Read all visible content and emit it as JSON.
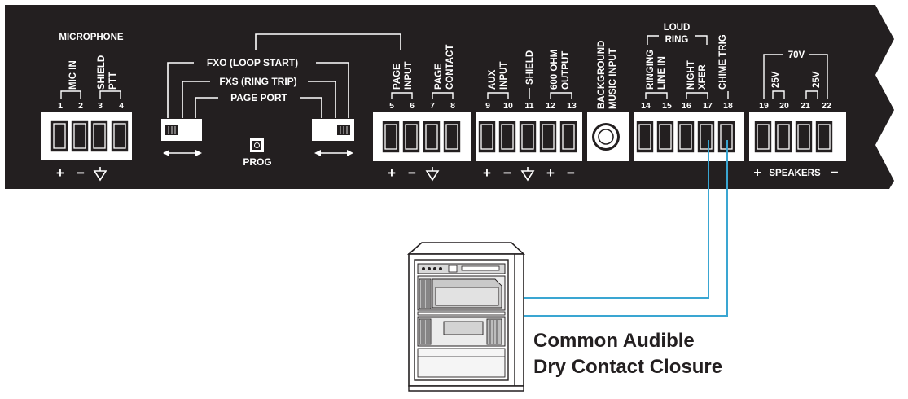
{
  "panel": {
    "microphone": {
      "title": "MICROPHONE",
      "mic_in": "MIC IN",
      "shield": "SHIELD",
      "ptt": "PTT",
      "pins": [
        "1",
        "2",
        "3",
        "4"
      ],
      "polarity": [
        "+",
        "−",
        "⏚"
      ]
    },
    "line_select": {
      "fxo": "FXO (LOOP START)",
      "fxs": "FXS (RING TRIP)",
      "page_port": "PAGE PORT",
      "prog": "PROG"
    },
    "page_input": {
      "line1": "PAGE",
      "line2": "INPUT",
      "pins": [
        "5",
        "6"
      ]
    },
    "page_contact": {
      "line1": "PAGE",
      "line2": "CONTACT",
      "pins": [
        "7",
        "8"
      ]
    },
    "aux_input": {
      "line1": "AUX",
      "line2": "INPUT",
      "pins": [
        "9",
        "10"
      ]
    },
    "shield": {
      "label": "SHIELD",
      "pin": "11"
    },
    "output_600": {
      "line1": "600 OHM",
      "line2": "OUTPUT",
      "pins": [
        "12",
        "13"
      ]
    },
    "background_music": {
      "line1": "BACKGROUND",
      "line2": "MUSIC INPUT"
    },
    "loud_ring": {
      "line1": "LOUD",
      "line2": "RING"
    },
    "ringing_line_in": {
      "line1": "RINGING",
      "line2": "LINE IN",
      "pins": [
        "14",
        "15"
      ]
    },
    "night_xfer": {
      "line1": "NIGHT",
      "line2": "XFER",
      "pins": [
        "16",
        "17"
      ]
    },
    "chime_trig": {
      "label": "CHIME TRIG",
      "pin": "18"
    },
    "speakers": {
      "voltage": "70V",
      "tap_a": "25V",
      "tap_b": "25V",
      "pins": [
        "19",
        "20",
        "21",
        "22"
      ],
      "label": "SPEAKERS",
      "plus": "+",
      "minus": "−"
    },
    "bottom_marks": {
      "page": [
        "+",
        "−",
        "⏚"
      ],
      "aux": [
        "+",
        "−",
        "⏚",
        "+",
        "−"
      ]
    }
  },
  "caption": {
    "line1": "Common Audible",
    "line2": "Dry Contact Closure"
  },
  "colors": {
    "panel": "#231f20",
    "wire": "#3aa6d2",
    "text_on_panel": "#ffffff"
  }
}
